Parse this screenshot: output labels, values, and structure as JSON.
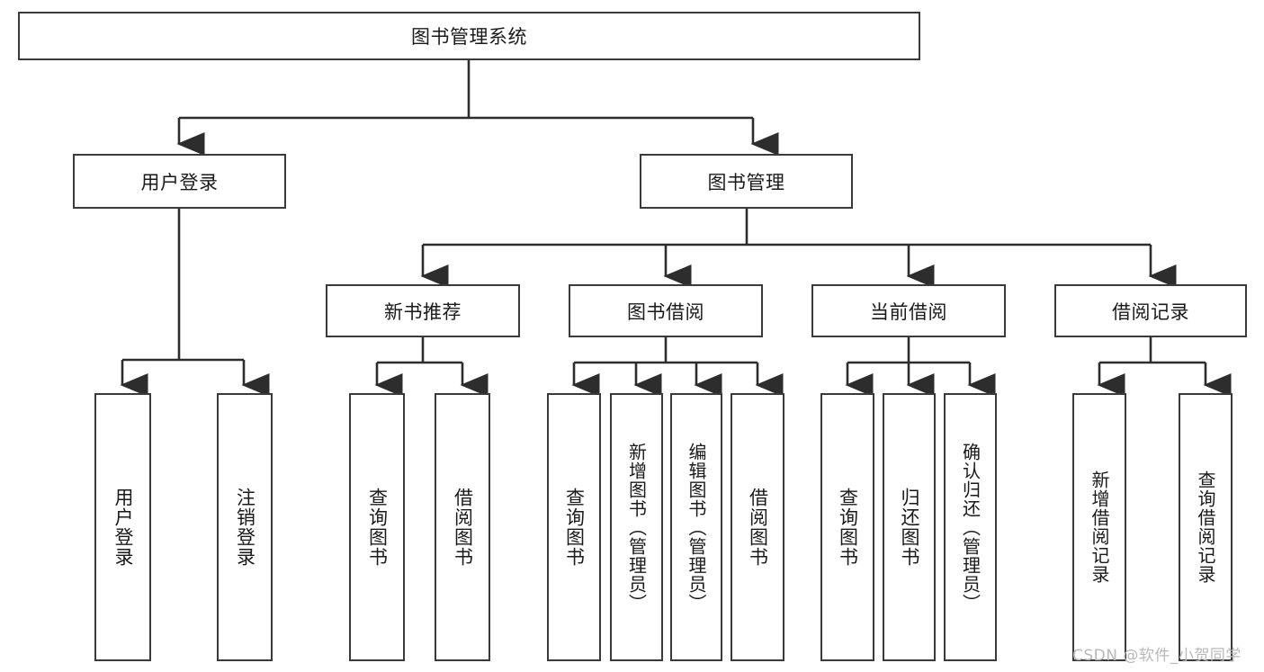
{
  "diagram": {
    "title_text": "图书管理系统",
    "type": "tree-hierarchy",
    "line_color": "#3a3a3a",
    "box_fill": "#ffffff",
    "text_color": "#1a1a1a"
  },
  "nodes": {
    "root": {
      "label": "图书管理系统"
    },
    "level2": [
      {
        "label": "用户登录"
      },
      {
        "label": "图书管理"
      }
    ],
    "level3": [
      {
        "label": "新书推荐"
      },
      {
        "label": "图书借阅"
      },
      {
        "label": "当前借阅"
      },
      {
        "label": "借阅记录"
      }
    ],
    "leaves": [
      {
        "label": "用户登录",
        "parent": "用户登录"
      },
      {
        "label": "注销登录",
        "parent": "用户登录"
      },
      {
        "label": "查询图书",
        "parent": "新书推荐"
      },
      {
        "label": "借阅图书",
        "parent": "新书推荐"
      },
      {
        "label": "查询图书",
        "parent": "图书借阅"
      },
      {
        "label": "新增图书（管理员）",
        "parent": "图书借阅"
      },
      {
        "label": "编辑图书（管理员）",
        "parent": "图书借阅"
      },
      {
        "label": "借阅图书",
        "parent": "图书借阅"
      },
      {
        "label": "查询图书",
        "parent": "当前借阅"
      },
      {
        "label": "归还图书",
        "parent": "当前借阅"
      },
      {
        "label": "确认归还（管理员）",
        "parent": "当前借阅"
      },
      {
        "label": "新增借阅记录",
        "parent": "借阅记录"
      },
      {
        "label": "查询借阅记录",
        "parent": "借阅记录"
      }
    ]
  },
  "watermark": {
    "text": "CSDN @软件_小贺同学"
  }
}
